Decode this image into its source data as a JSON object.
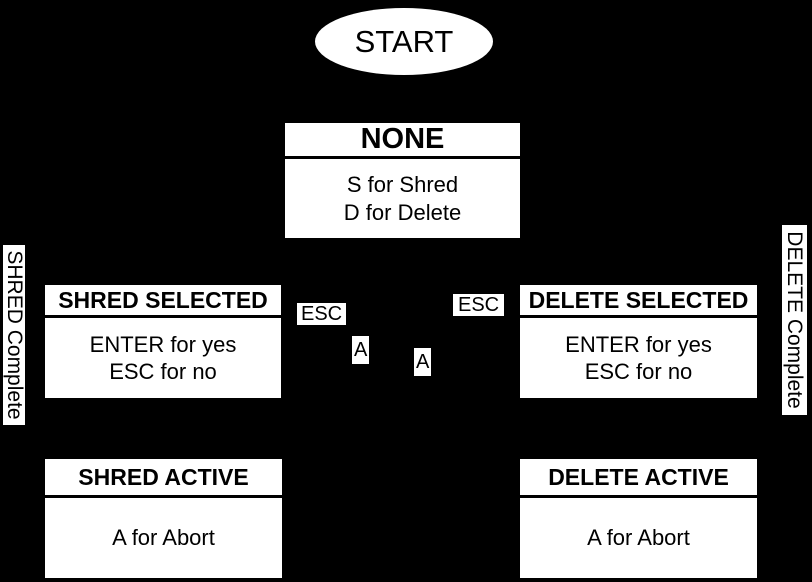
{
  "colors": {
    "background": "#000000",
    "node_fill": "#ffffff",
    "node_text": "#000000"
  },
  "start": {
    "label": "START"
  },
  "nodes": {
    "none": {
      "title": "NONE",
      "line1": "S for Shred",
      "line2": "D for Delete"
    },
    "shred_selected": {
      "title": "SHRED SELECTED",
      "line1": "ENTER for yes",
      "line2": "ESC for no"
    },
    "delete_selected": {
      "title": "DELETE SELECTED",
      "line1": "ENTER for yes",
      "line2": "ESC for no"
    },
    "shred_active": {
      "title": "SHRED ACTIVE",
      "line1": "A for Abort"
    },
    "delete_active": {
      "title": "DELETE ACTIVE",
      "line1": "A for Abort"
    }
  },
  "edge_labels": {
    "esc_left": "ESC",
    "esc_right": "ESC",
    "abort_left": "A",
    "abort_right": "A"
  },
  "side_labels": {
    "left": "SHRED Complete",
    "right": "DELETE Complete"
  }
}
